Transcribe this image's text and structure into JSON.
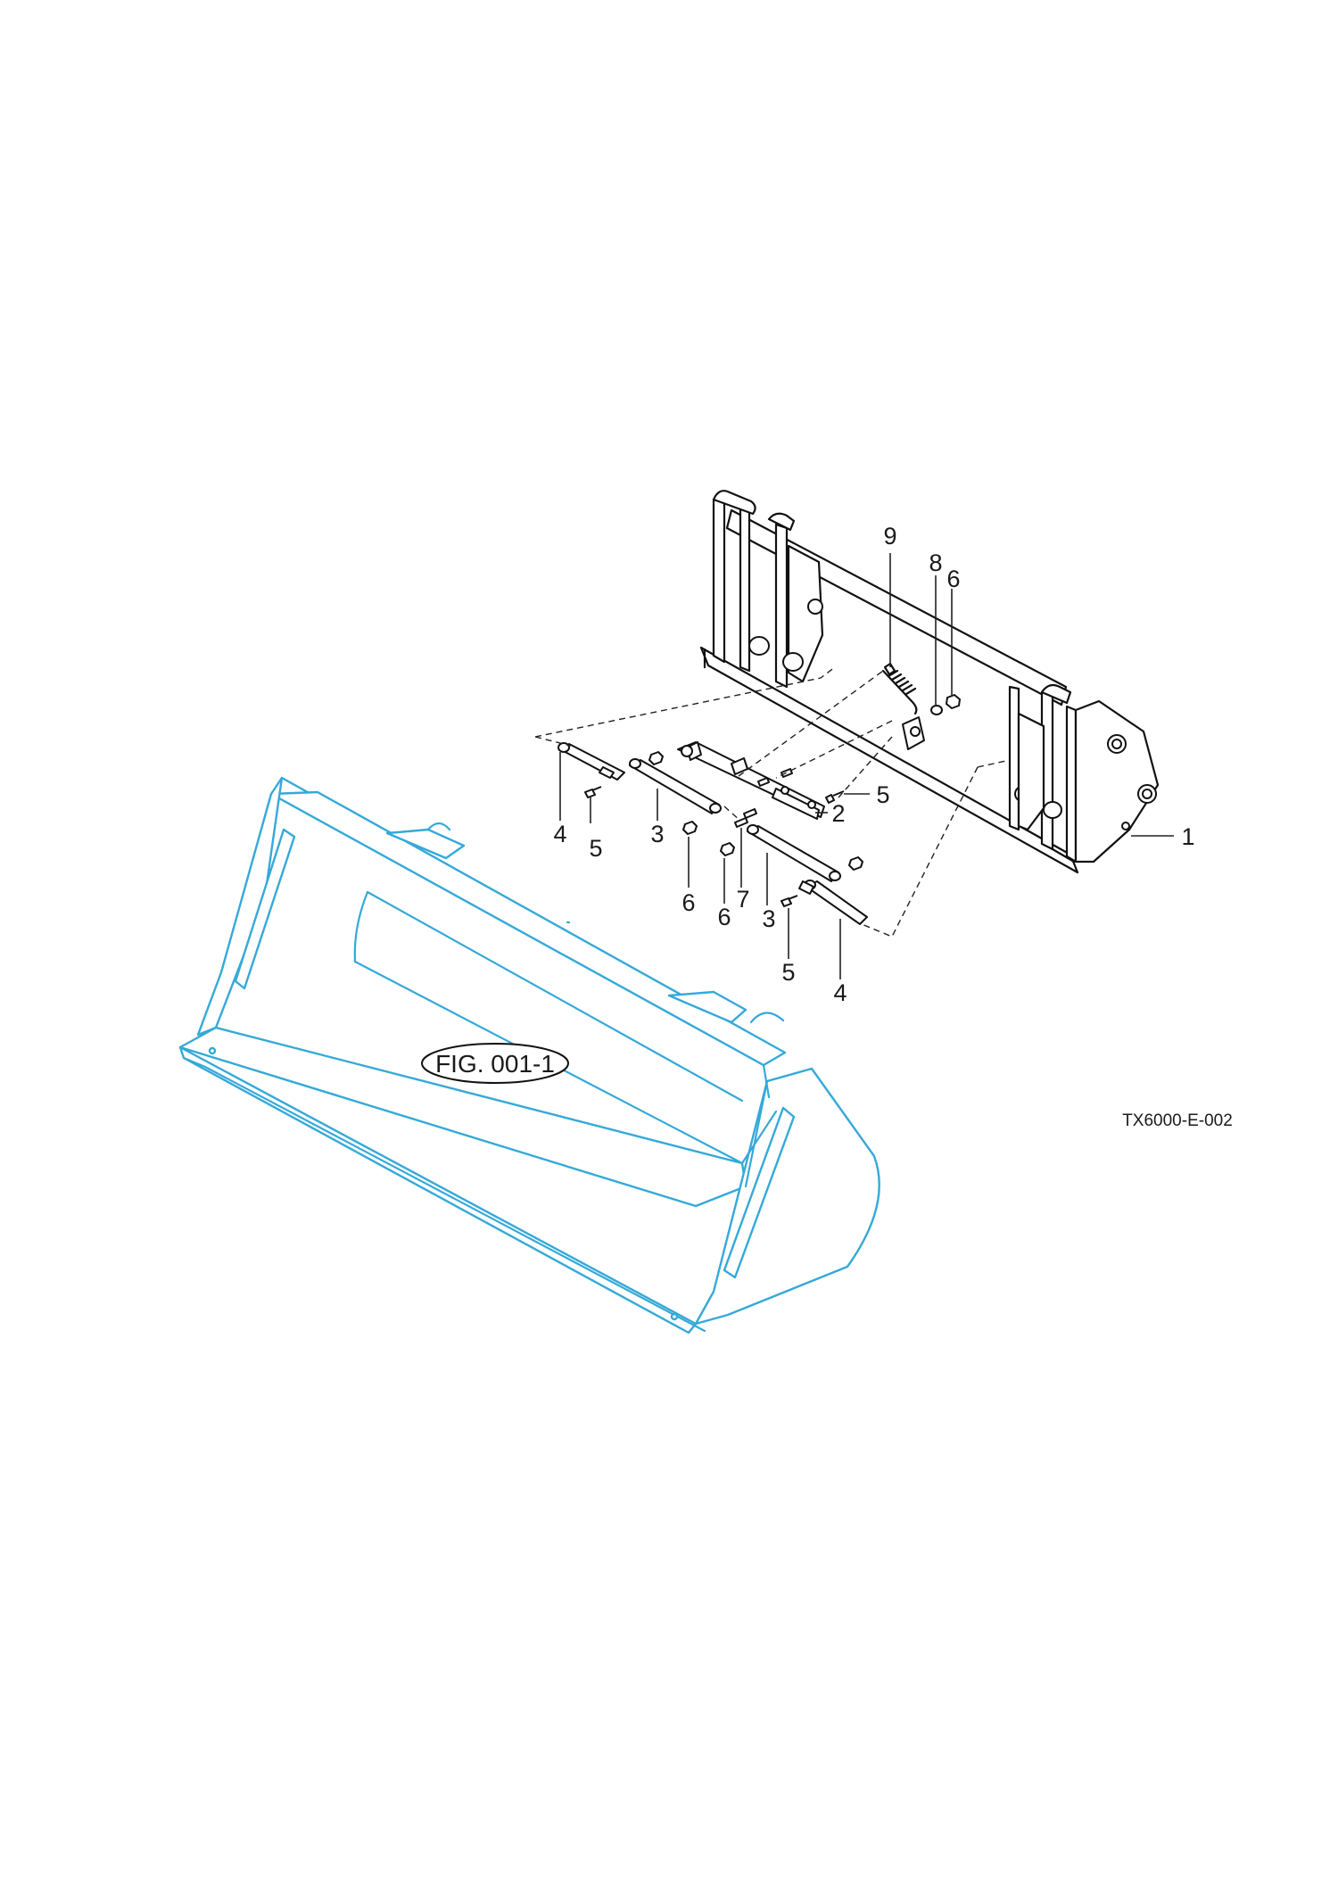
{
  "drawing": {
    "reference_code": "TX6000-E-002",
    "figure_label": "FIG. 001-1",
    "accent_color": "#35a9d8",
    "line_color": "#111111"
  },
  "callouts": [
    {
      "id": "c9",
      "label": "9"
    },
    {
      "id": "c8",
      "label": "8"
    },
    {
      "id": "c6a",
      "label": "6"
    },
    {
      "id": "c5a",
      "label": "5"
    },
    {
      "id": "c2",
      "label": "2"
    },
    {
      "id": "c1",
      "label": "1"
    },
    {
      "id": "c4a",
      "label": "4"
    },
    {
      "id": "c5b",
      "label": "5"
    },
    {
      "id": "c3a",
      "label": "3"
    },
    {
      "id": "c6b",
      "label": "6"
    },
    {
      "id": "c7",
      "label": "7"
    },
    {
      "id": "c6c",
      "label": "6"
    },
    {
      "id": "c3b",
      "label": "3"
    },
    {
      "id": "c5c",
      "label": "5"
    },
    {
      "id": "c4b",
      "label": "4"
    }
  ]
}
